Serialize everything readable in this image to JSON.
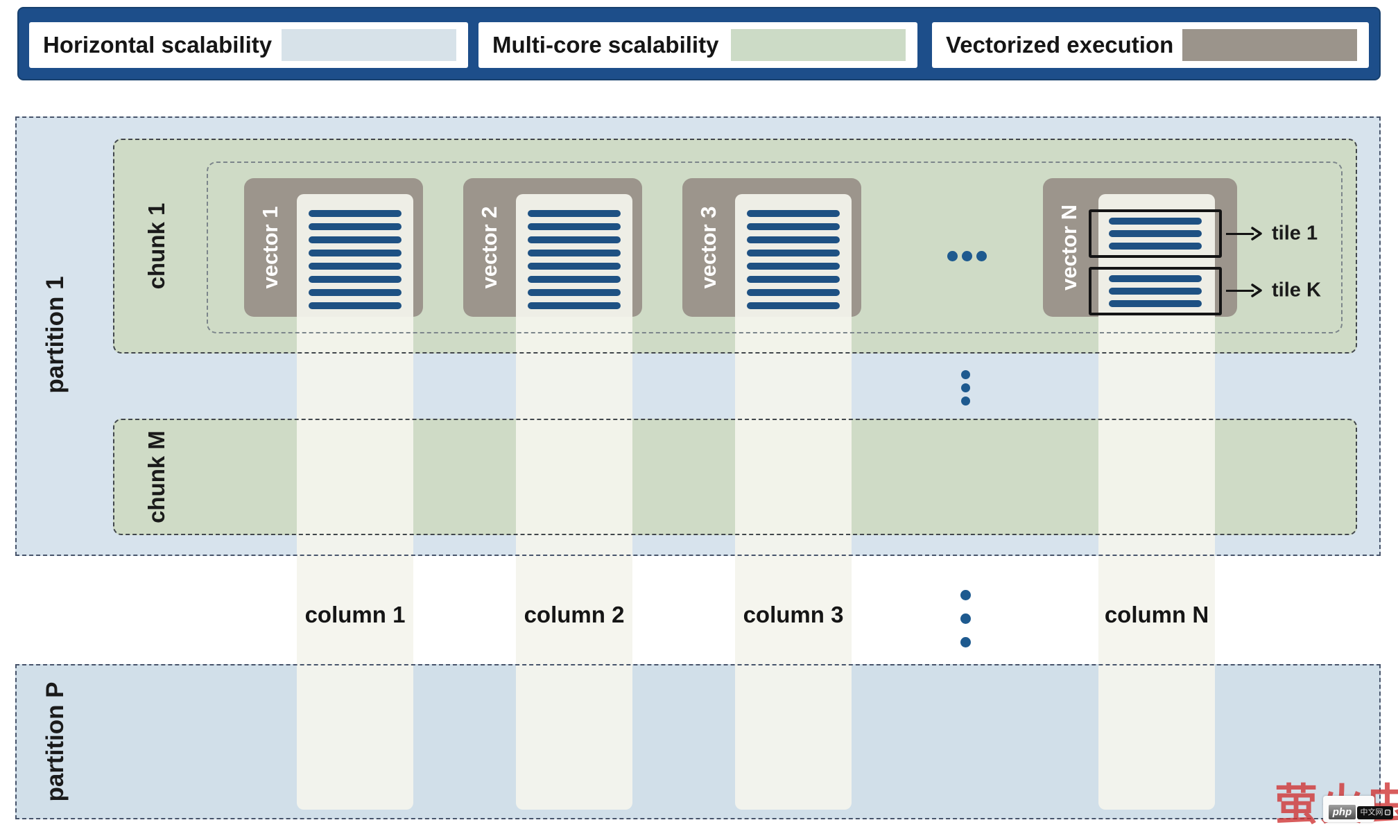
{
  "legend": {
    "items": [
      {
        "label": "Horizontal scalability",
        "swatch_color": "#d7e2e9"
      },
      {
        "label": "Multi-core scalability",
        "swatch_color": "#ccdbc6"
      },
      {
        "label": "Vectorized execution",
        "swatch_color": "#9b948b"
      }
    ]
  },
  "diagram": {
    "partition_1": {
      "label": "partition 1"
    },
    "partition_p": {
      "label": "partition P"
    },
    "chunk_1": {
      "label": "chunk 1"
    },
    "chunk_m": {
      "label": "chunk M"
    },
    "vectors": [
      {
        "label": "vector 1"
      },
      {
        "label": "vector 2"
      },
      {
        "label": "vector 3"
      },
      {
        "label": "vector N"
      }
    ],
    "columns": [
      {
        "label": "column 1"
      },
      {
        "label": "column 2"
      },
      {
        "label": "column 3"
      },
      {
        "label": "column N"
      }
    ],
    "tiles": [
      {
        "label": "tile 1"
      },
      {
        "label": "tile K"
      }
    ],
    "bars_per_vector": 8,
    "bars_per_tile": 3,
    "colors": {
      "legend_navy": "#1d4e8a",
      "partition_fill": "#d7e3ed",
      "partition_p_fill": "#d1dfe9",
      "chunk_fill": "#cfdbc6",
      "vector_block_fill": "#9c958c",
      "column_stripe_fill": "#f4f4ed",
      "data_bar_blue": "#1e5183"
    }
  },
  "watermark": {
    "brand_text": "萤火虫",
    "php_label": "php",
    "site_label": "中文网"
  }
}
